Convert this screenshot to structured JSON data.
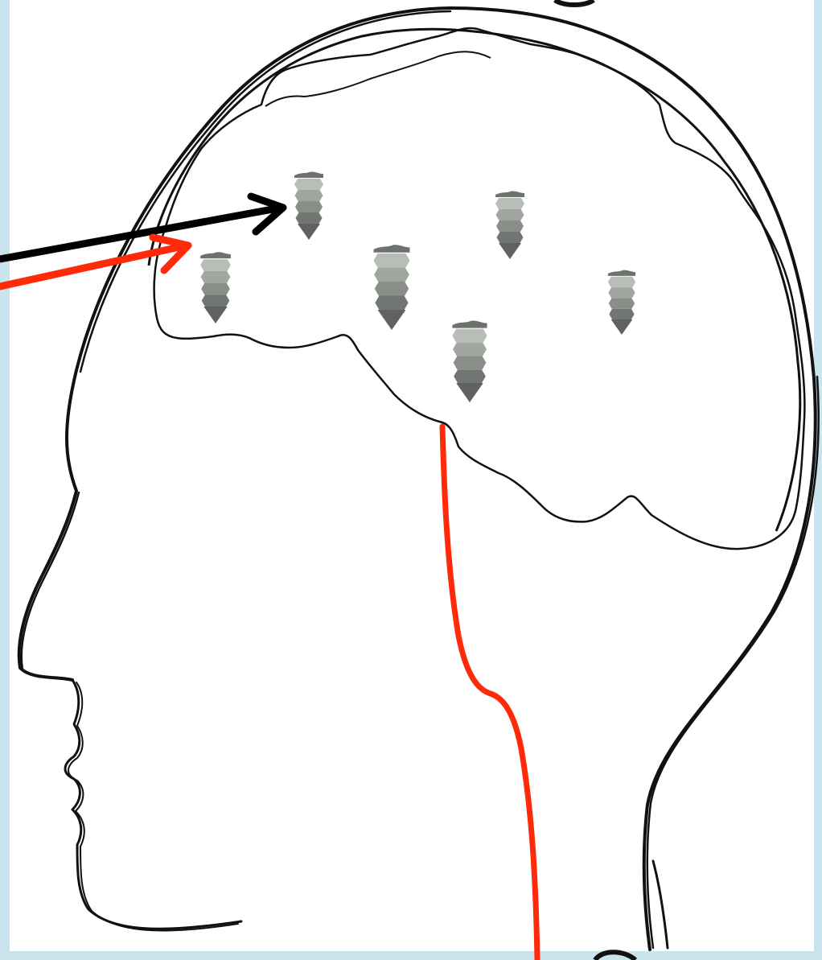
{
  "figure": {
    "subject": "head-profile-with-brain",
    "labels": []
  },
  "colors": {
    "frame": "#c9e4ec",
    "panel": "#ffffff",
    "outline": "#111111",
    "nerve": "#ff2a0a",
    "pointer_black": "#000000",
    "pointer_red": "#ff2a0a",
    "electrode_tones": [
      "#b9bdb8",
      "#a2a6a1",
      "#8a8e89",
      "#727672",
      "#5f625f"
    ]
  },
  "elements": {
    "brain_markers": {
      "count": 6,
      "icon": "electrode-icon"
    },
    "pointers": [
      {
        "name": "black-pointer-arrow",
        "color": "#000000"
      },
      {
        "name": "red-pointer-arrow",
        "color": "#ff2a0a"
      }
    ],
    "nerve": {
      "name": "spinal-nerve-line",
      "color": "#ff2a0a"
    }
  }
}
